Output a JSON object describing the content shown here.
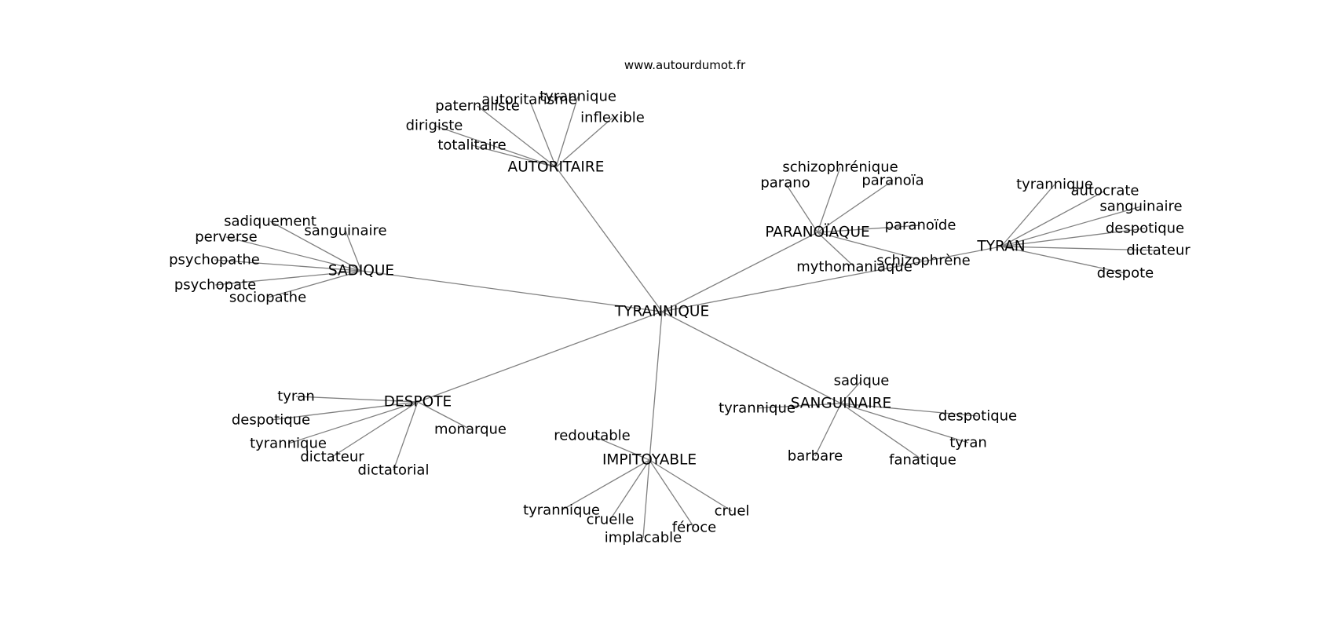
{
  "credit": "www.autourdumot.fr",
  "colors": {
    "edge": "#808080",
    "text": "#000000",
    "background": "#ffffff"
  },
  "graph": {
    "root": "TYRANNIQUE",
    "hubs": [
      {
        "label": "AUTORITAIRE",
        "leaves": [
          "tyrannique",
          "autoritarisme",
          "paternaliste",
          "inflexible",
          "dirigiste",
          "totalitaire"
        ]
      },
      {
        "label": "PARANOÏAQUE",
        "leaves": [
          "schizophrénique",
          "parano",
          "paranoïa",
          "paranoïde",
          "schizophrène",
          "mythomaniaque"
        ]
      },
      {
        "label": "TYRAN",
        "leaves": [
          "tyrannique",
          "autocrate",
          "sanguinaire",
          "despotique",
          "dictateur",
          "despote"
        ]
      },
      {
        "label": "SADIQUE",
        "leaves": [
          "sadiquement",
          "sanguinaire",
          "perverse",
          "psychopathe",
          "psychopate",
          "sociopathe"
        ]
      },
      {
        "label": "DESPOTE",
        "leaves": [
          "tyran",
          "despotique",
          "tyrannique",
          "dictateur",
          "dictatorial",
          "monarque"
        ]
      },
      {
        "label": "IMPITOYABLE",
        "leaves": [
          "redoutable",
          "tyrannique",
          "cruelle",
          "implacable",
          "féroce",
          "cruel"
        ]
      },
      {
        "label": "SANGUINAIRE",
        "leaves": [
          "sadique",
          "tyrannique",
          "despotique",
          "tyran",
          "fanatique",
          "barbare"
        ]
      }
    ]
  }
}
